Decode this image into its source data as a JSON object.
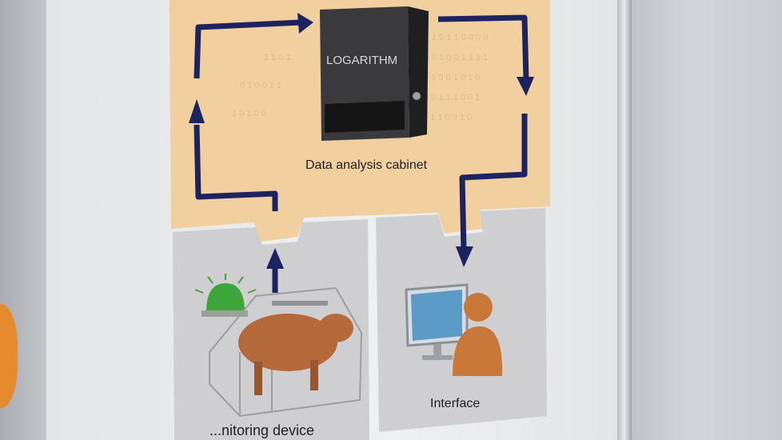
{
  "poster": {
    "cabinet_brand": "LOGARITHM",
    "cabinet_label": "Data analysis cabinet",
    "interface_label": "Interface",
    "monitoring_label": "...nitoring device"
  },
  "colors": {
    "top_zone": "#f2cf9e",
    "bottom_zone": "#cfcfd1",
    "arrow": "#1d2260",
    "light": "#3da63a"
  }
}
